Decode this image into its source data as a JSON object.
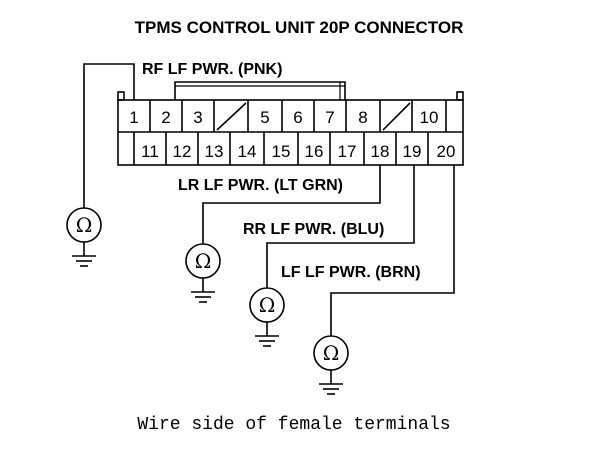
{
  "title": "TPMS CONTROL UNIT 20P CONNECTOR",
  "caption": "Wire side of female terminals",
  "connector": {
    "top_row": [
      "1",
      "2",
      "3",
      "",
      "5",
      "6",
      "7",
      "8",
      "",
      "10"
    ],
    "bottom_row": [
      "",
      "11",
      "12",
      "13",
      "14",
      "15",
      "16",
      "17",
      "18",
      "19",
      "20"
    ]
  },
  "wires": {
    "rf": "RF LF PWR. (PNK)",
    "lr": "LR LF PWR. (LT GRN)",
    "rr": "RR LF PWR. (BLU)",
    "lf": "LF LF PWR. (BRN)"
  },
  "meter_symbol": "Ω",
  "icons": {
    "meter": "ohmmeter-icon",
    "ground": "ground-icon"
  }
}
